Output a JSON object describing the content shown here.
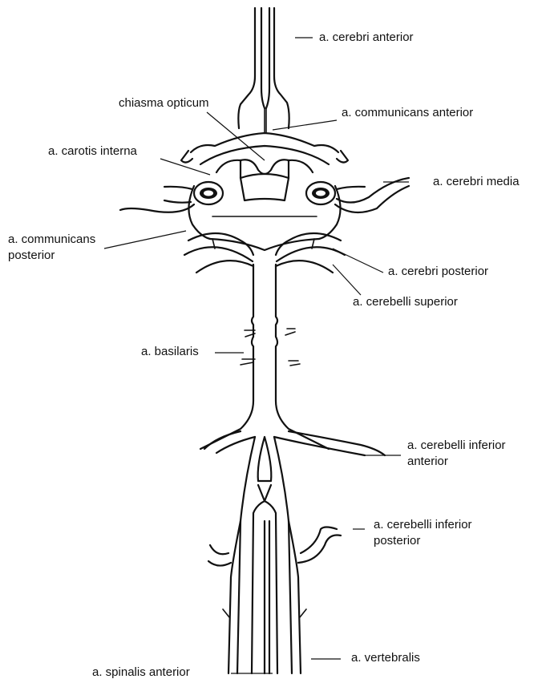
{
  "labels": {
    "cerebri_anterior": "a. cerebri anterior",
    "chiasma_opticum": "chiasma opticum",
    "communicans_anterior": "a. communicans anterior",
    "carotis_interna": "a. carotis interna",
    "cerebri_media": "a. cerebri media",
    "communicans_posterior_line1": "a. communicans",
    "communicans_posterior_line2": "posterior",
    "cerebri_posterior": "a. cerebri posterior",
    "cerebelli_superior": "a. cerebelli superior",
    "basilaris": "a. basilaris",
    "cerebelli_inferior_anterior_line1": "a. cerebelli inferior",
    "cerebelli_inferior_anterior_line2": "anterior",
    "cerebelli_inferior_posterior_line1": "a. cerebelli inferior",
    "cerebelli_inferior_posterior_line2": "posterior",
    "vertebralis": "a. vertebralis",
    "spinalis_anterior": "a. spinalis anterior"
  }
}
